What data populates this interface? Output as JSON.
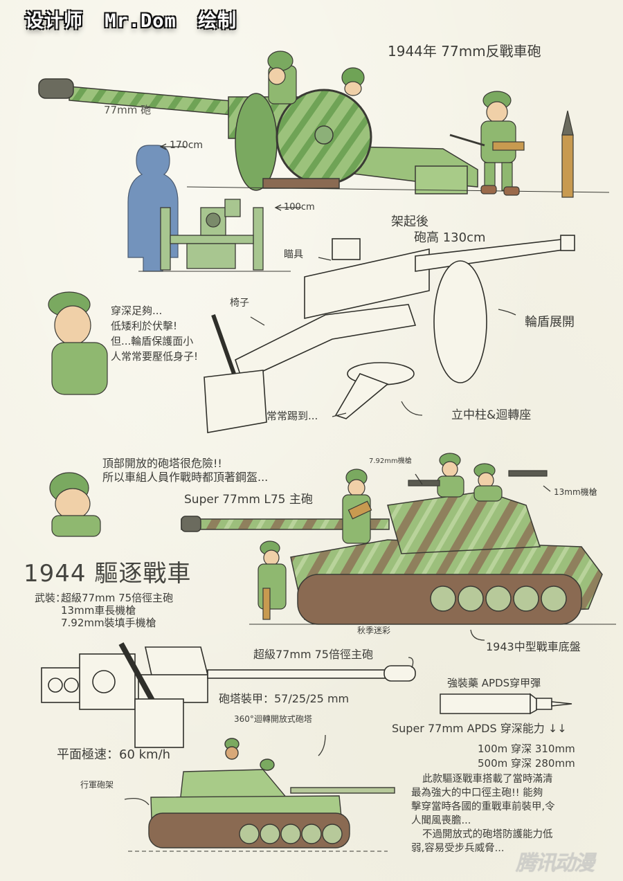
{
  "header": {
    "credit_prefix": "设计师",
    "credit_author": "Mr.Dom",
    "credit_suffix": "绘制"
  },
  "section_gun": {
    "title": "1944年  77mm反戰車砲",
    "barrel_label": "77mm 砲",
    "human_height": "170cm",
    "gun_height": "100cm",
    "deployed_height_line1": "架起後",
    "deployed_height_line2": "砲高 130cm",
    "sight_label": "瞄具",
    "seat_label": "椅子",
    "shield_label": "輪盾展開",
    "pivot_label": "立中柱&迴轉座",
    "trip_label": "常常踢到...",
    "soldier_comment": [
      "穿深足夠...",
      "低矮利於伏擊!",
      "但...輪盾保護面小",
      "人常常要壓低身子!"
    ]
  },
  "section_tank": {
    "title": "1944 驅逐戰車",
    "crew_comment": [
      "頂部開放的砲塔很危險!!",
      "所以車組人員作戰時都頂著鋼盔..."
    ],
    "main_gun_label": "Super 77mm L75 主砲",
    "mg_792_label": "7.92mm機槍",
    "mg_13_label": "13mm機槍",
    "camo_label": "秋季迷彩",
    "chassis_label": "1943中型戰車底盤",
    "armament_label": "武裝：",
    "armament": [
      "超級77mm 75倍徑主砲",
      "13mm車長機槍",
      "7.92mm裝填手機槍"
    ]
  },
  "section_turret": {
    "gun_label": "超級77mm  75倍徑主砲",
    "armor_label": "砲塔裝甲：57/25/25 mm",
    "turret_label": "360°迴轉開放式砲塔",
    "speed_label": "平面極速：60 km/h",
    "travel_lock_label": "行軍砲架"
  },
  "section_ammo": {
    "shell_label": "強裝藥 APDS穿甲彈",
    "penetration_title": "Super 77mm  APDS 穿深能力 ↓↓",
    "penetration": [
      {
        "range": "100m",
        "text": "穿深",
        "value": "310mm"
      },
      {
        "range": "500m",
        "text": "穿深",
        "value": "280mm"
      }
    ],
    "description": [
      "此款驅逐戰車搭載了當時滿清",
      "最為強大的中口徑主砲!! 能夠",
      "擊穿當時各國的重戰車前裝甲,令",
      "人聞風喪膽...",
      "不過開放式的砲塔防護能力低",
      "弱,容易受步兵威脅..."
    ]
  },
  "watermark": "腾讯动漫",
  "colors": {
    "paper": "#f4f2e6",
    "ink": "#3c3c38",
    "camo_green": "#8fb870",
    "camo_light": "#b8d49a",
    "camo_brown": "#8a6a52",
    "human_blue": "#6f8fb8",
    "brass": "#c89a50"
  }
}
